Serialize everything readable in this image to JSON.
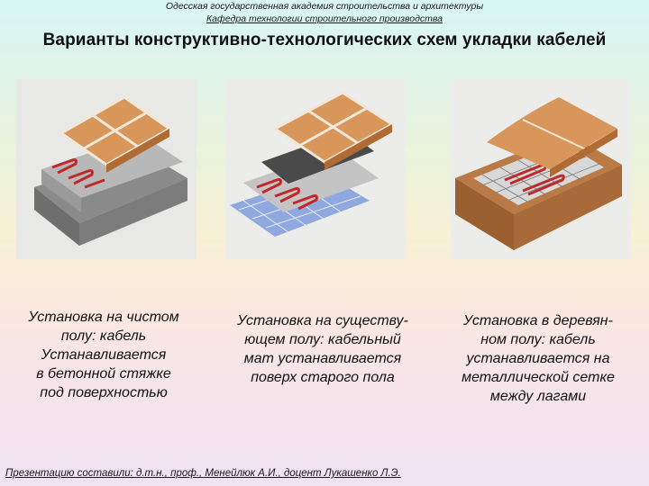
{
  "header": {
    "institution": "Одесская государственная академия строительства и архитектуры",
    "department": "Кафедра технологии строительного производства"
  },
  "title": "Варианты  конструктивно-технологических схем укладки кабелей",
  "figures": [
    {
      "caption": "Установка на чистом\nполу: кабель\nУстанавливается\nв бетонной стяжке\nпод поверхностью"
    },
    {
      "caption": "Установка на существу-\nющем полу: кабельный\nмат устанавливается\nповерх старого пола"
    },
    {
      "caption": "Установка в деревян-\nном полу: кабель\nустанавливается на\nметаллической сетке\nмежду лагами"
    }
  ],
  "footer": "Презентацию составили: д.т.н., проф., Менейлюк А.И., доцент Лукашенко Л.Э.",
  "colors": {
    "tile": "#d9965a",
    "tile_dark": "#b06b35",
    "screed": "#a8a8a8",
    "cable": "#c0282a",
    "mesh": "#6f8fd6"
  }
}
